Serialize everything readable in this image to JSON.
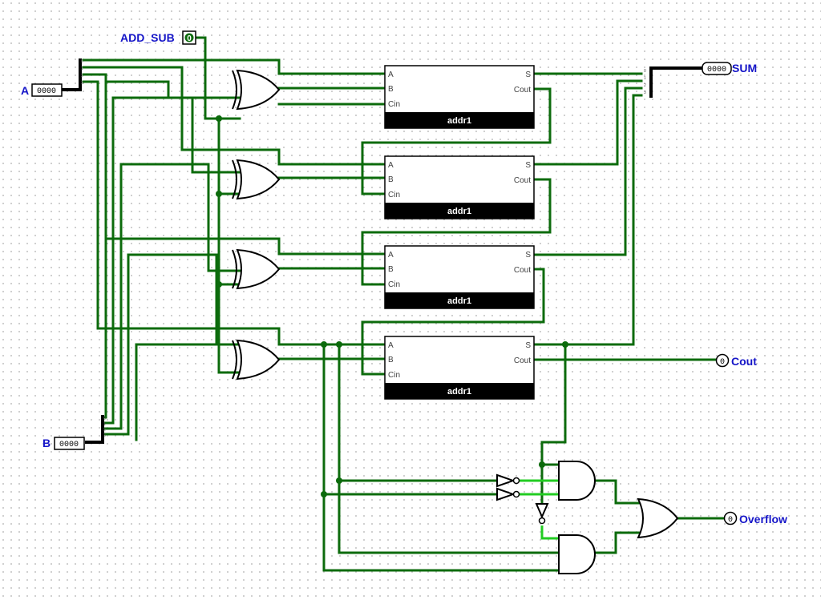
{
  "inputs": {
    "add_sub": {
      "label": "ADD_SUB",
      "value": "0"
    },
    "a": {
      "label": "A",
      "value": "0000"
    },
    "b": {
      "label": "B",
      "value": "0000"
    }
  },
  "outputs": {
    "sum": {
      "label": "SUM",
      "value": "0000"
    },
    "cout": {
      "label": "Cout",
      "value": "0"
    },
    "overflow": {
      "label": "Overflow",
      "value": "0"
    }
  },
  "adders": [
    {
      "name": "addr1",
      "pins": {
        "a": "A",
        "b": "B",
        "cin": "Cin",
        "s": "S",
        "cout": "Cout"
      }
    },
    {
      "name": "addr1",
      "pins": {
        "a": "A",
        "b": "B",
        "cin": "Cin",
        "s": "S",
        "cout": "Cout"
      }
    },
    {
      "name": "addr1",
      "pins": {
        "a": "A",
        "b": "B",
        "cin": "Cin",
        "s": "S",
        "cout": "Cout"
      }
    },
    {
      "name": "addr1",
      "pins": {
        "a": "A",
        "b": "B",
        "cin": "Cin",
        "s": "S",
        "cout": "Cout"
      }
    }
  ],
  "splitter_bits": [
    "0",
    "1",
    "2",
    "3"
  ],
  "colors": {
    "wire": "#0c6b0c",
    "wire_active": "#22cc22",
    "bus": "#000000",
    "io_label": "#1515c8",
    "block_label_bg": "#000000"
  }
}
